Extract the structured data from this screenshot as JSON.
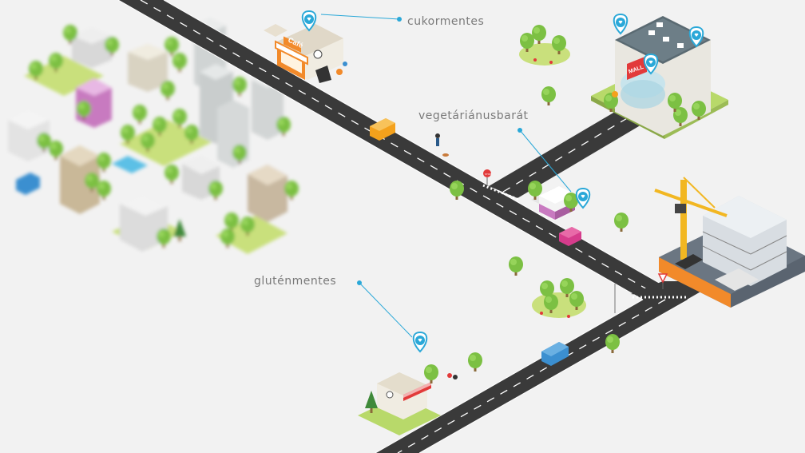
{
  "labels": {
    "sugar_free": "cukormentes",
    "vegetarian_friendly": "vegetáriánusbarát",
    "gluten_free": "gluténmentes"
  },
  "signs": {
    "cafe": "Café",
    "mall": "MALL",
    "stop": "STOP"
  },
  "colors": {
    "road": "#3a3a3a",
    "pin_line": "#2aa8d8",
    "grass": "#b8d96a",
    "tree": "#7cc043",
    "truck_orange": "#f4a11c",
    "truck_pink": "#d63c8c",
    "truck_blue": "#3b8fd0",
    "crane": "#f2b722"
  }
}
